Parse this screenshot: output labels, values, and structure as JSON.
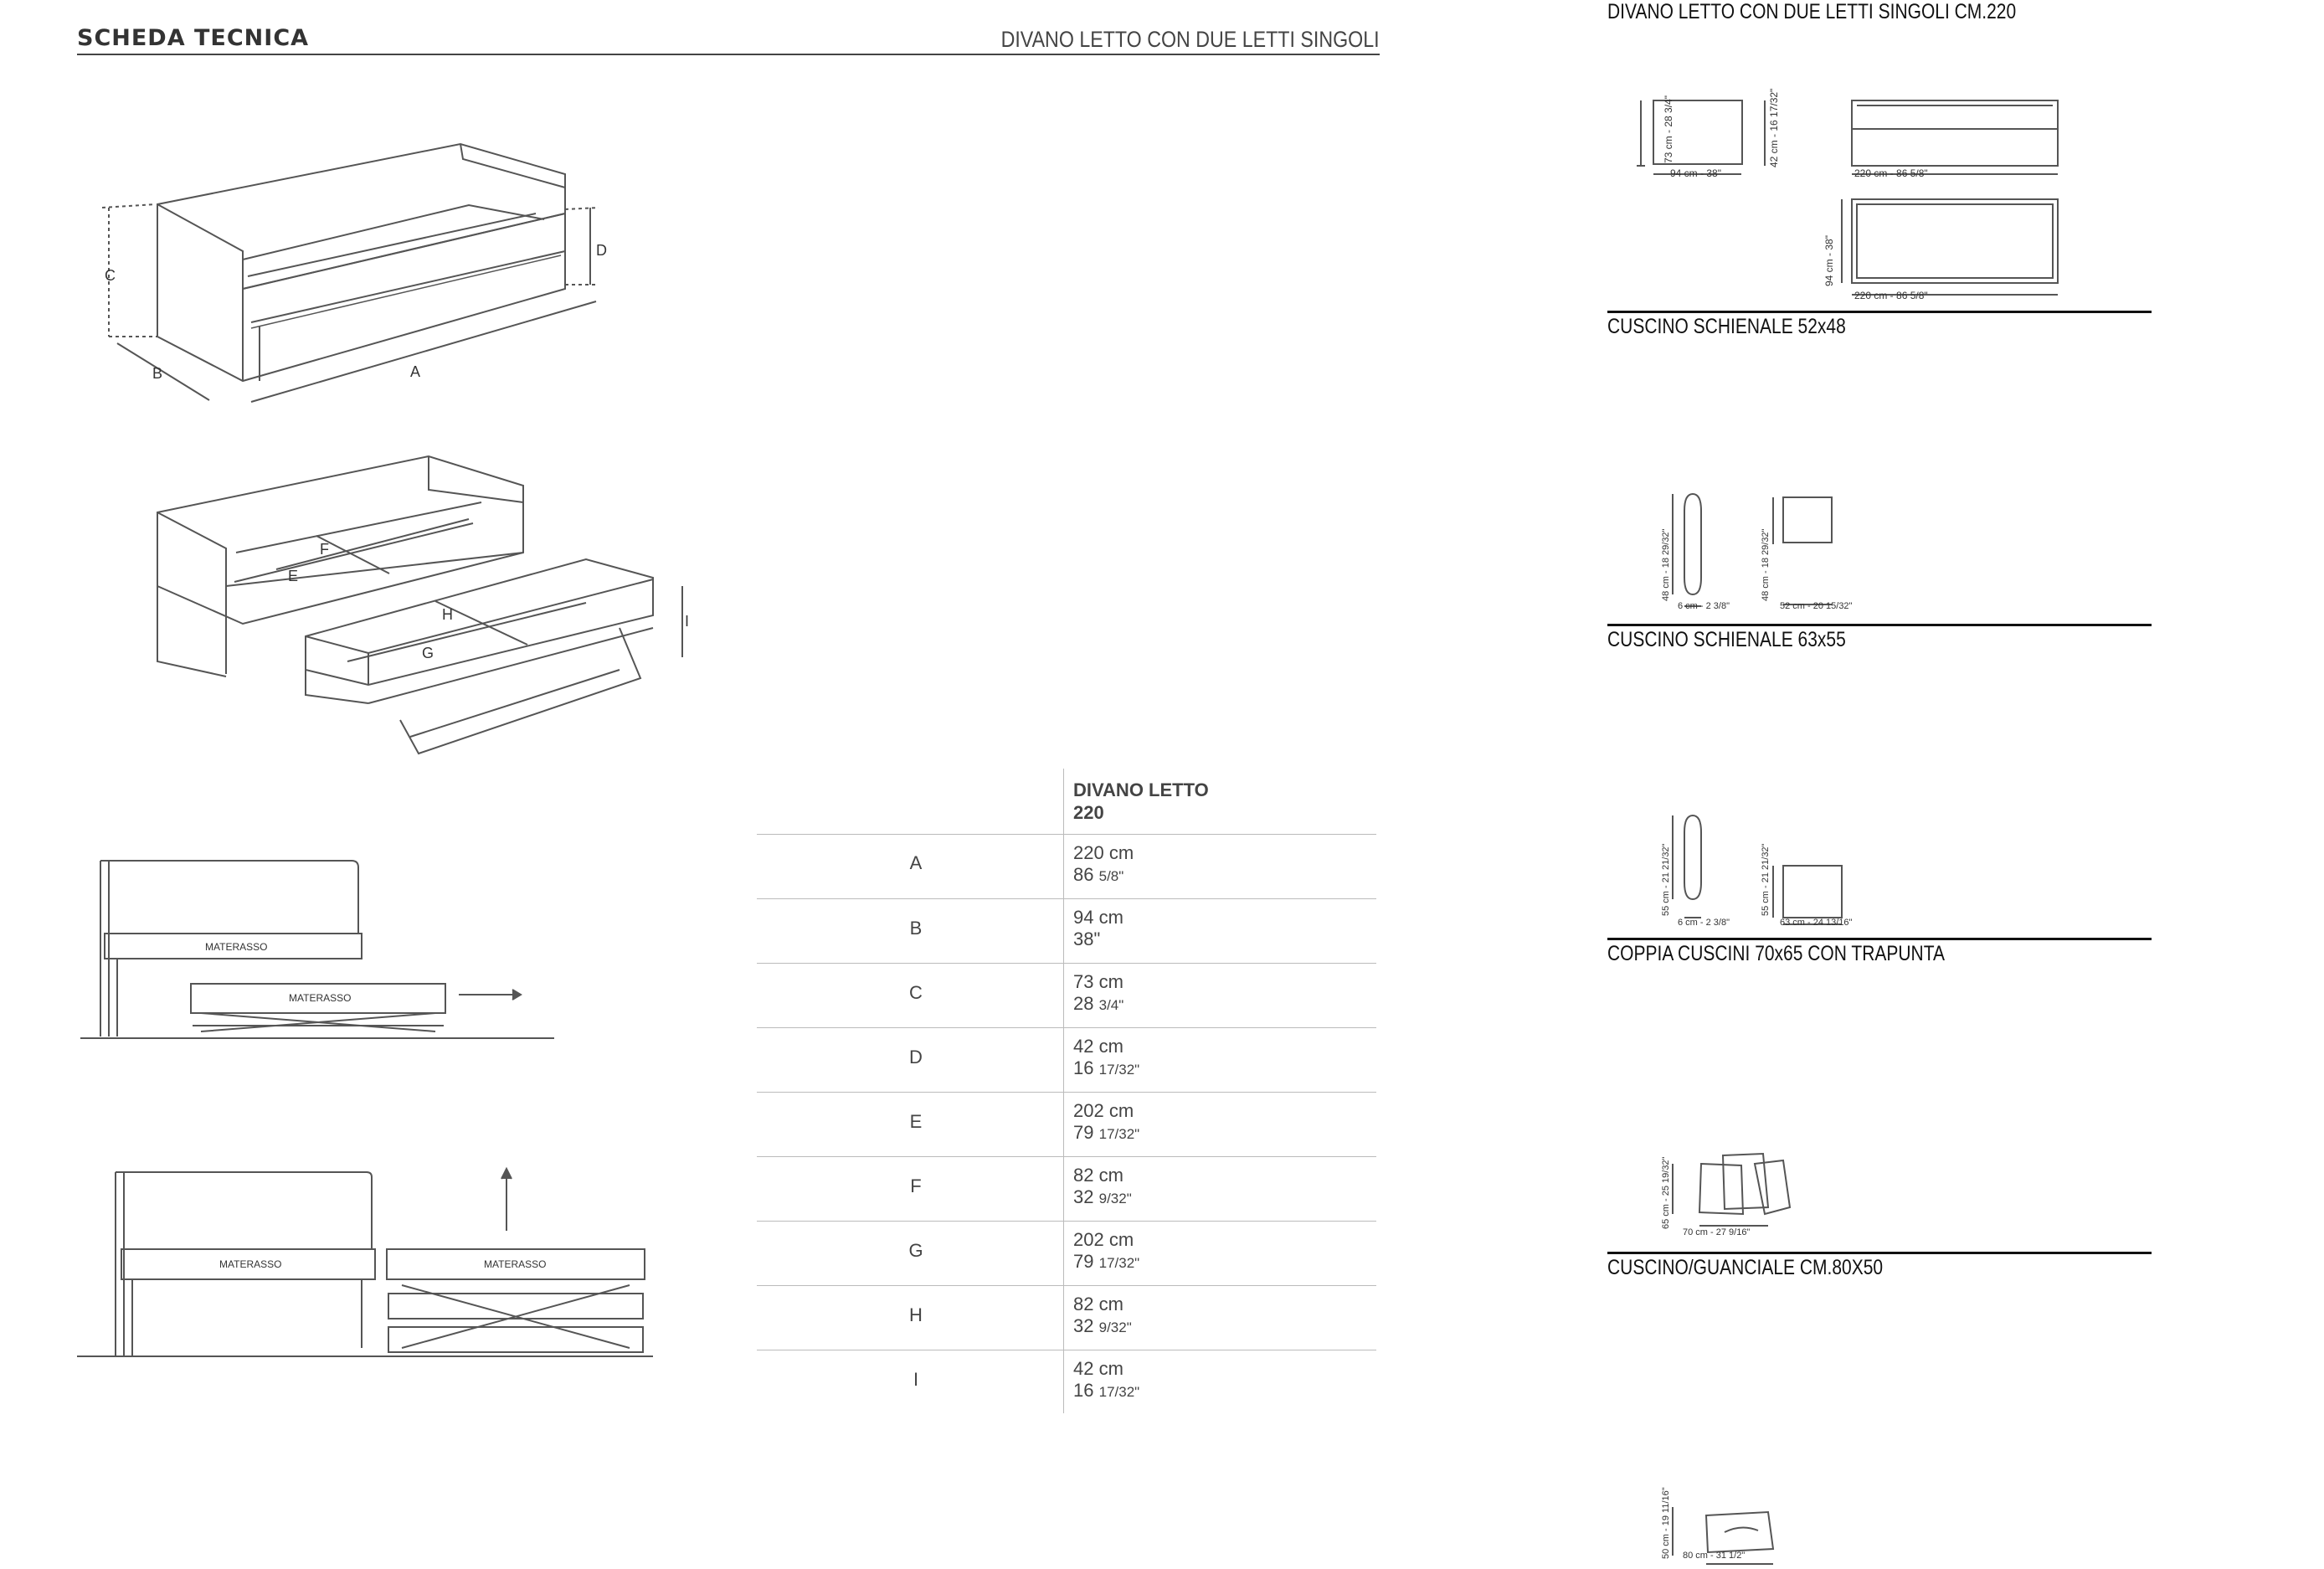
{
  "header": {
    "title": "SCHEDA TECNICA",
    "subtitle": "DIVANO LETTO CON DUE LETTI SINGOLI"
  },
  "drawings": {
    "iso1_labels": {
      "a": "A",
      "b": "B",
      "c": "C",
      "d": "D"
    },
    "iso2_labels": {
      "e": "E",
      "f": "F",
      "g": "G",
      "h": "H",
      "i": "I"
    },
    "mattress_label": "MATERASSO"
  },
  "spec_table": {
    "header_line1": "DIVANO LETTO",
    "header_line2": "220",
    "rows": [
      {
        "key": "A",
        "cm": "220 cm",
        "in_whole": "86",
        "in_frac": "5/8\""
      },
      {
        "key": "B",
        "cm": "94 cm",
        "in_whole": "38\"",
        "in_frac": ""
      },
      {
        "key": "C",
        "cm": "73 cm",
        "in_whole": "28",
        "in_frac": "3/4\""
      },
      {
        "key": "D",
        "cm": "42 cm",
        "in_whole": "16",
        "in_frac": "17/32\""
      },
      {
        "key": "E",
        "cm": "202 cm",
        "in_whole": "79",
        "in_frac": "17/32\""
      },
      {
        "key": "F",
        "cm": "82 cm",
        "in_whole": "32",
        "in_frac": "9/32\""
      },
      {
        "key": "G",
        "cm": "202 cm",
        "in_whole": "79",
        "in_frac": "17/32\""
      },
      {
        "key": "H",
        "cm": "82 cm",
        "in_whole": "32",
        "in_frac": "9/32\""
      },
      {
        "key": "I",
        "cm": "42 cm",
        "in_whole": "16",
        "in_frac": "17/32\""
      }
    ]
  },
  "right_panel": {
    "sections": [
      {
        "title": "DIVANO LETTO CON DUE LETTI SINGOLI CM.220"
      },
      {
        "title": "CUSCINO SCHIENALE 52x48"
      },
      {
        "title": "CUSCINO SCHIENALE 63x55"
      },
      {
        "title": "COPPIA CUSCINI 70x65 CON TRAPUNTA"
      },
      {
        "title": "CUSCINO/GUANCIALE CM.80X50"
      }
    ],
    "dims": {
      "sofa_side_h": "73 cm - 28 3/4\"",
      "sofa_side_w": "94 cm - 38\"",
      "sofa_front_h": "42 cm - 16 17/32\"",
      "sofa_front_w": "220 cm - 86 5/8\"",
      "sofa_top_h": "94 cm - 38\"",
      "sofa_top_w": "220 cm - 86 5/8\"",
      "c1_side_h": "48 cm - 18 29/32\"",
      "c1_side_w": "6 cm - 2 3/8\"",
      "c1_front_h": "48 cm - 18 29/32\"",
      "c1_front_w": "52 cm - 20 15/32\"",
      "c2_side_h": "55 cm - 21 21/32\"",
      "c2_side_w": "6 cm - 2 3/8\"",
      "c2_front_h": "55 cm - 21 21/32\"",
      "c2_front_w": "63 cm - 24 13/16\"",
      "c3_h": "65 cm - 25 19/32\"",
      "c3_w": "70 cm - 27 9/16\"",
      "c4_h": "50 cm - 19 11/16\"",
      "c4_w": "80 cm - 31 1/2\""
    }
  }
}
